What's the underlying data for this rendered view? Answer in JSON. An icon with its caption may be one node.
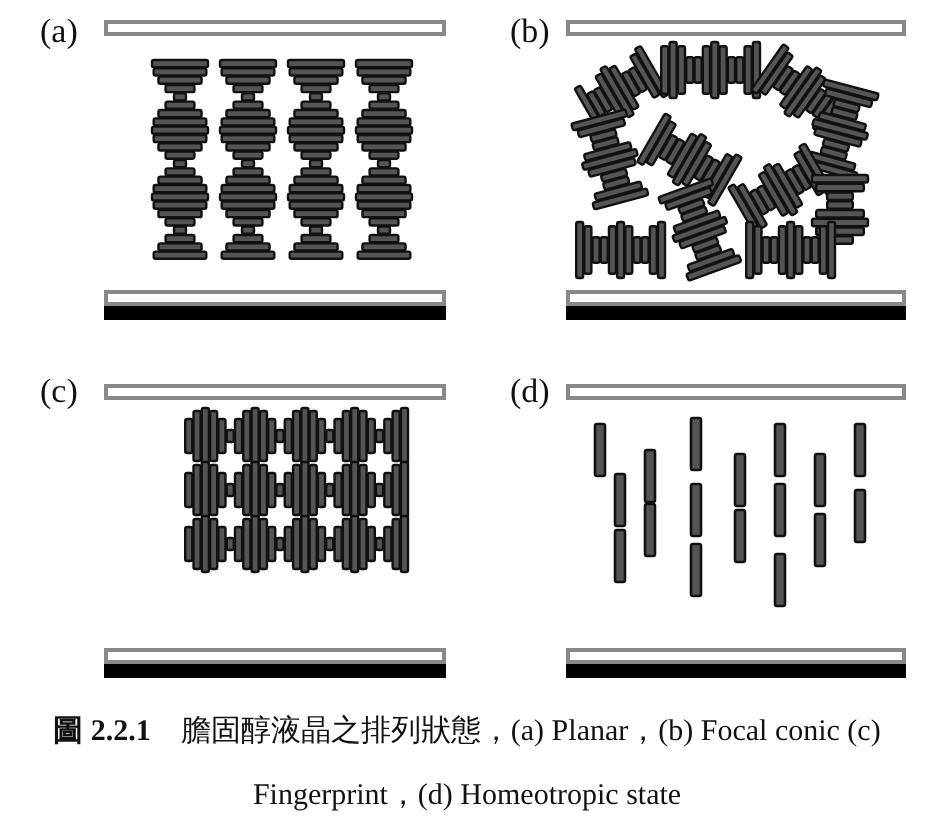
{
  "diagram": {
    "caption": "**圖 2.2.1**　膽固醇液晶之排列狀態，(a) Planar，(b) Focal conic (c) Fingerprint，(d) Homeotropic state",
    "labels": [
      "(a)",
      "(b)",
      "(c)",
      "(d)"
    ]
  }
}
